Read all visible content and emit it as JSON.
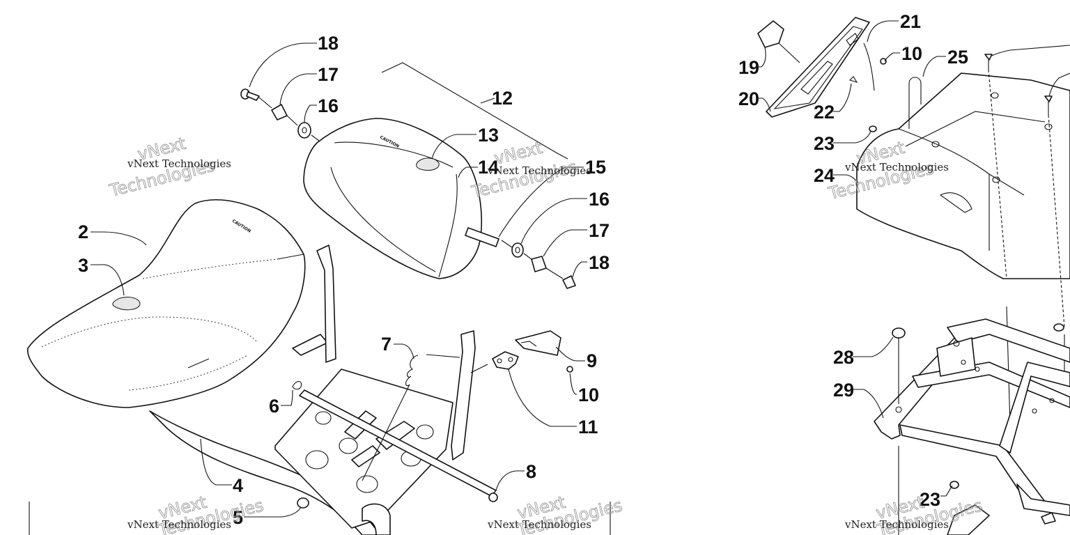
{
  "watermark": {
    "line": "vNext Technologies",
    "stamp_word_1": "vNext",
    "stamp_word_2": "Technologies"
  },
  "labels": {
    "seat_caution": "CAUTION",
    "backrest_caution": "CAUTION"
  },
  "callouts": {
    "c2": "2",
    "c3": "3",
    "c4": "4",
    "c5": "5",
    "c6": "6",
    "c7": "7",
    "c8": "8",
    "c9": "9",
    "c10a": "10",
    "c11": "11",
    "c12": "12",
    "c13": "13",
    "c14": "14",
    "c15": "15",
    "c16a": "16",
    "c16b": "16",
    "c17a": "17",
    "c17b": "17",
    "c18a": "18",
    "c18b": "18",
    "c19": "19",
    "c20": "20",
    "c21": "21",
    "c10b": "10",
    "c22": "22",
    "c23a": "23",
    "c24": "24",
    "c25": "25",
    "c28": "28",
    "c29": "29",
    "c23b": "23"
  }
}
